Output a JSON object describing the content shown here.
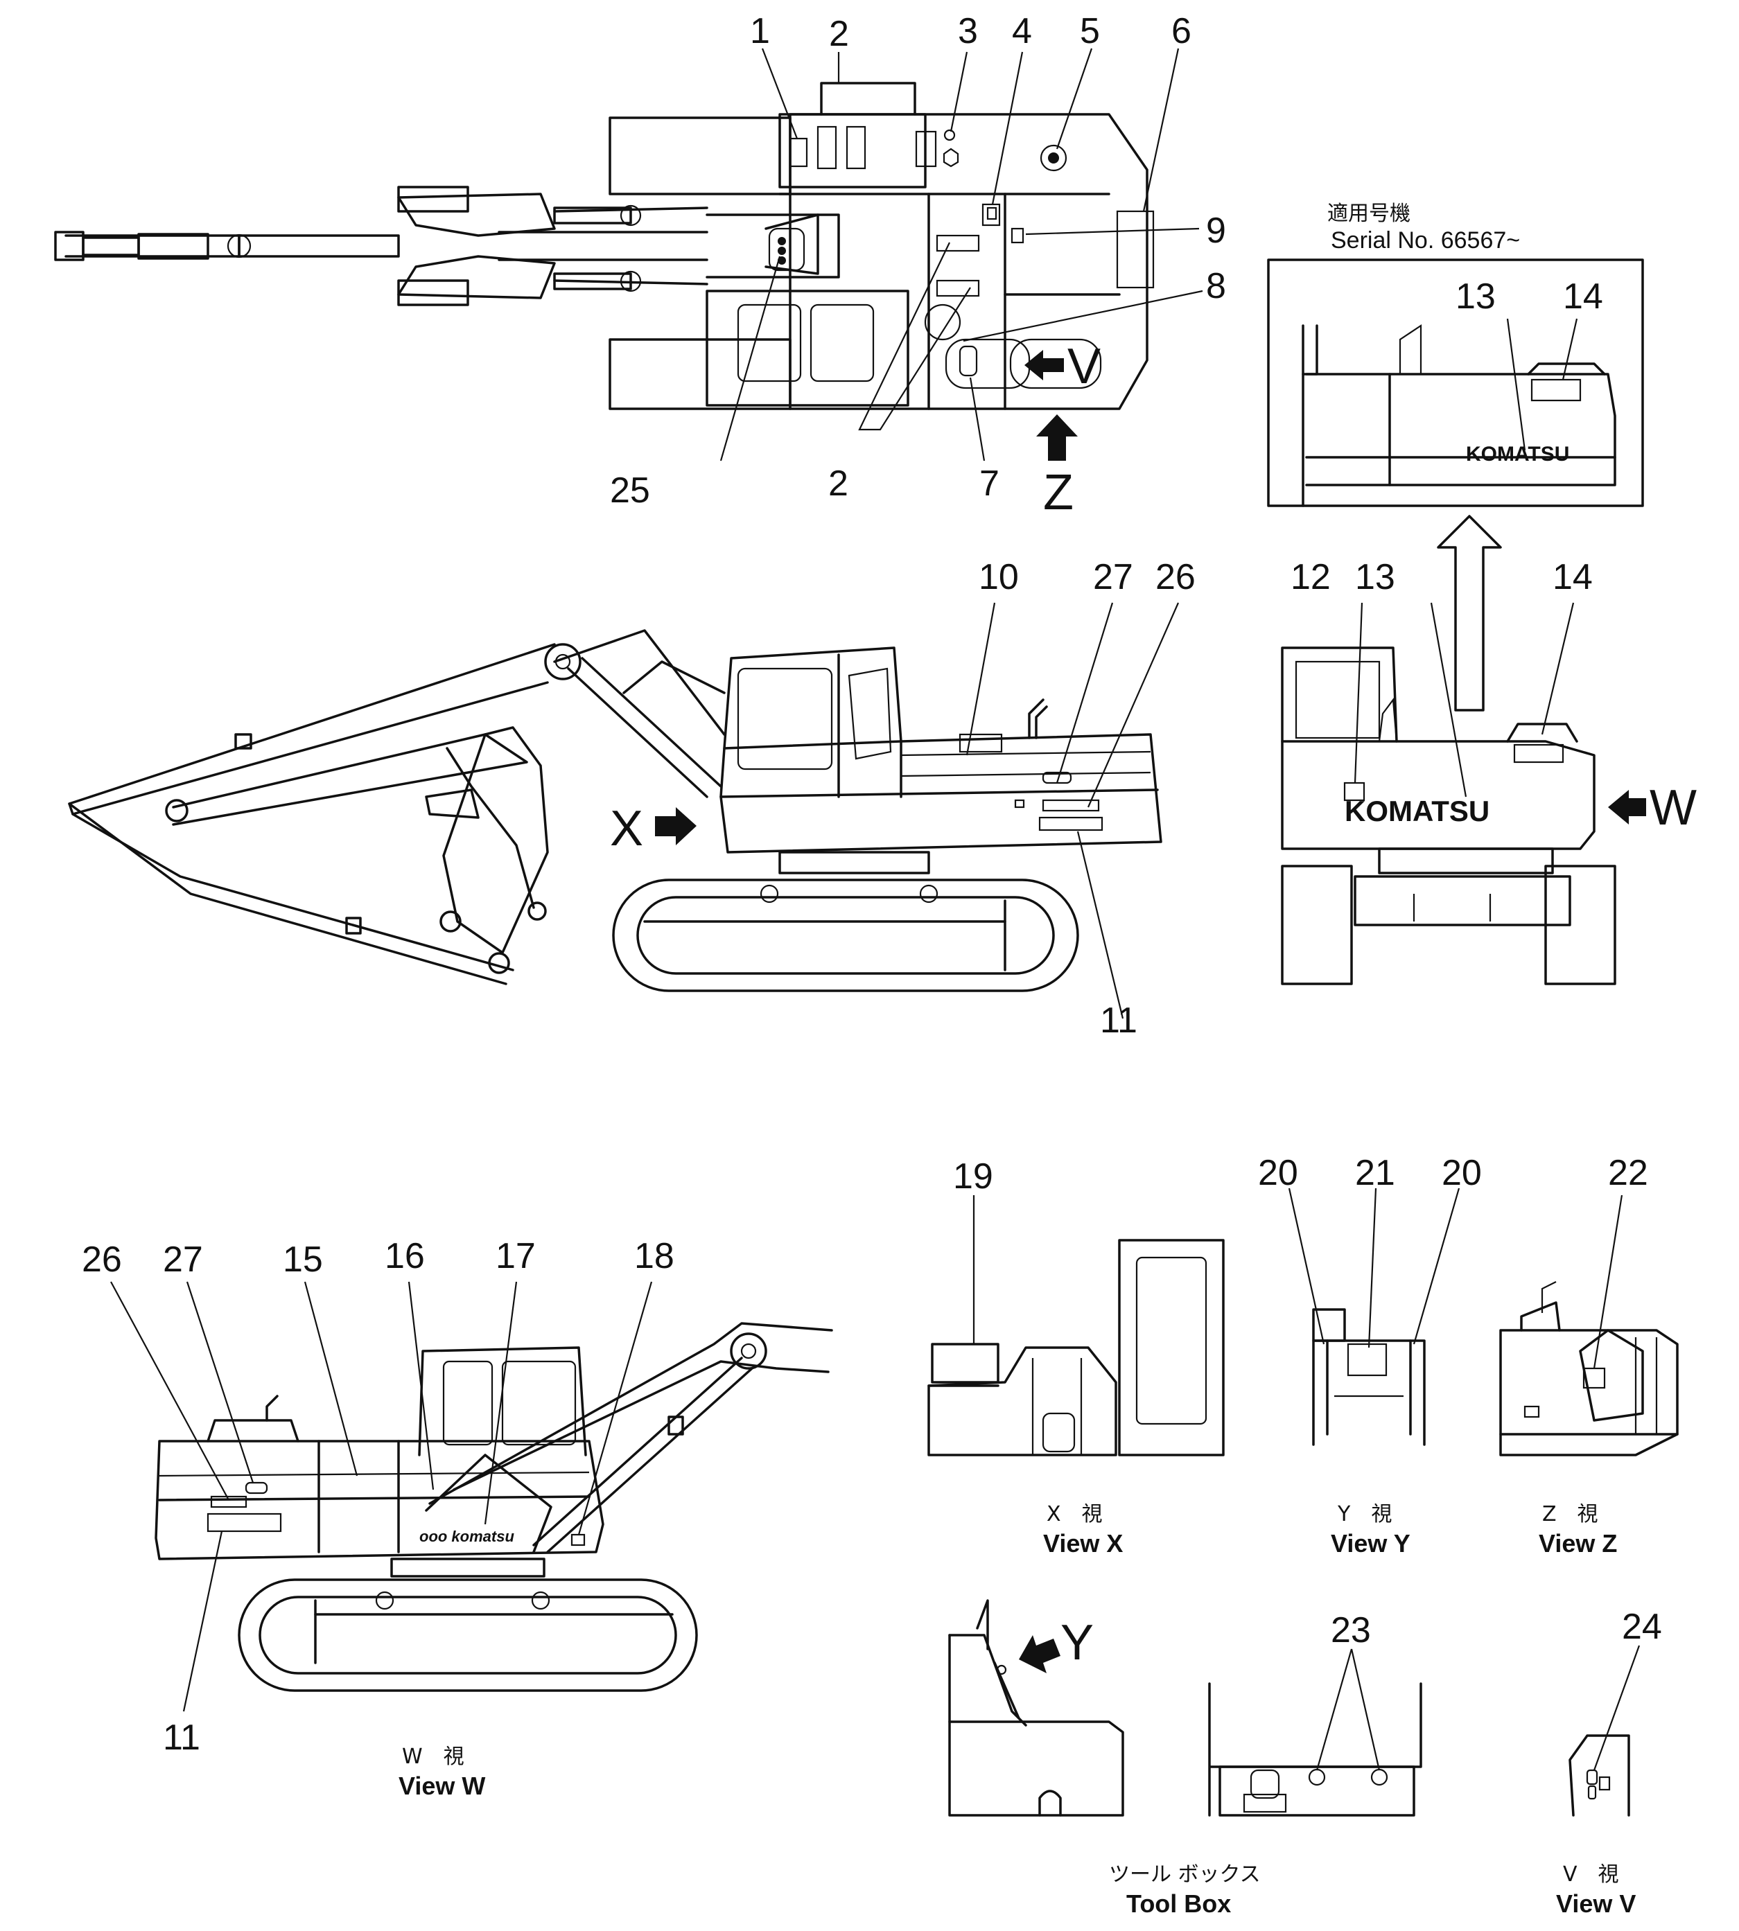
{
  "callouts": {
    "top": [
      "1",
      "2",
      "3",
      "4",
      "5",
      "6",
      "9",
      "8",
      "25",
      "2",
      "7"
    ],
    "side": [
      "10",
      "27",
      "26",
      "11"
    ],
    "rear": [
      "12",
      "13",
      "14"
    ],
    "serial_box": [
      "13",
      "14"
    ],
    "view_w": [
      "26",
      "27",
      "15",
      "16",
      "17",
      "18",
      "11"
    ],
    "view_x": [
      "19"
    ],
    "view_y": [
      "20",
      "21",
      "20"
    ],
    "view_z": [
      "22"
    ],
    "toolbox": [
      "23"
    ],
    "view_v": [
      "24"
    ]
  },
  "view_letters": {
    "v": "V",
    "z": "Z",
    "x": "X",
    "w": "W",
    "y": "Y"
  },
  "serial": {
    "jp": "適用号機",
    "label": "Serial  No.  66567~"
  },
  "brand": {
    "rear": "KOMATSU",
    "serial_box": "KOMATSU"
  },
  "captions": {
    "view_x": {
      "jp": "X　視",
      "en": "View  X"
    },
    "view_y": {
      "jp": "Y　視",
      "en": "View  Y"
    },
    "view_z": {
      "jp": "Z　視",
      "en": "View  Z"
    },
    "view_w": {
      "jp": "W　視",
      "en": "View  W"
    },
    "toolbox": {
      "jp": "ツール ボックス",
      "en": "Tool  Box"
    },
    "view_v": {
      "jp": "V　視",
      "en": "View  V"
    }
  }
}
